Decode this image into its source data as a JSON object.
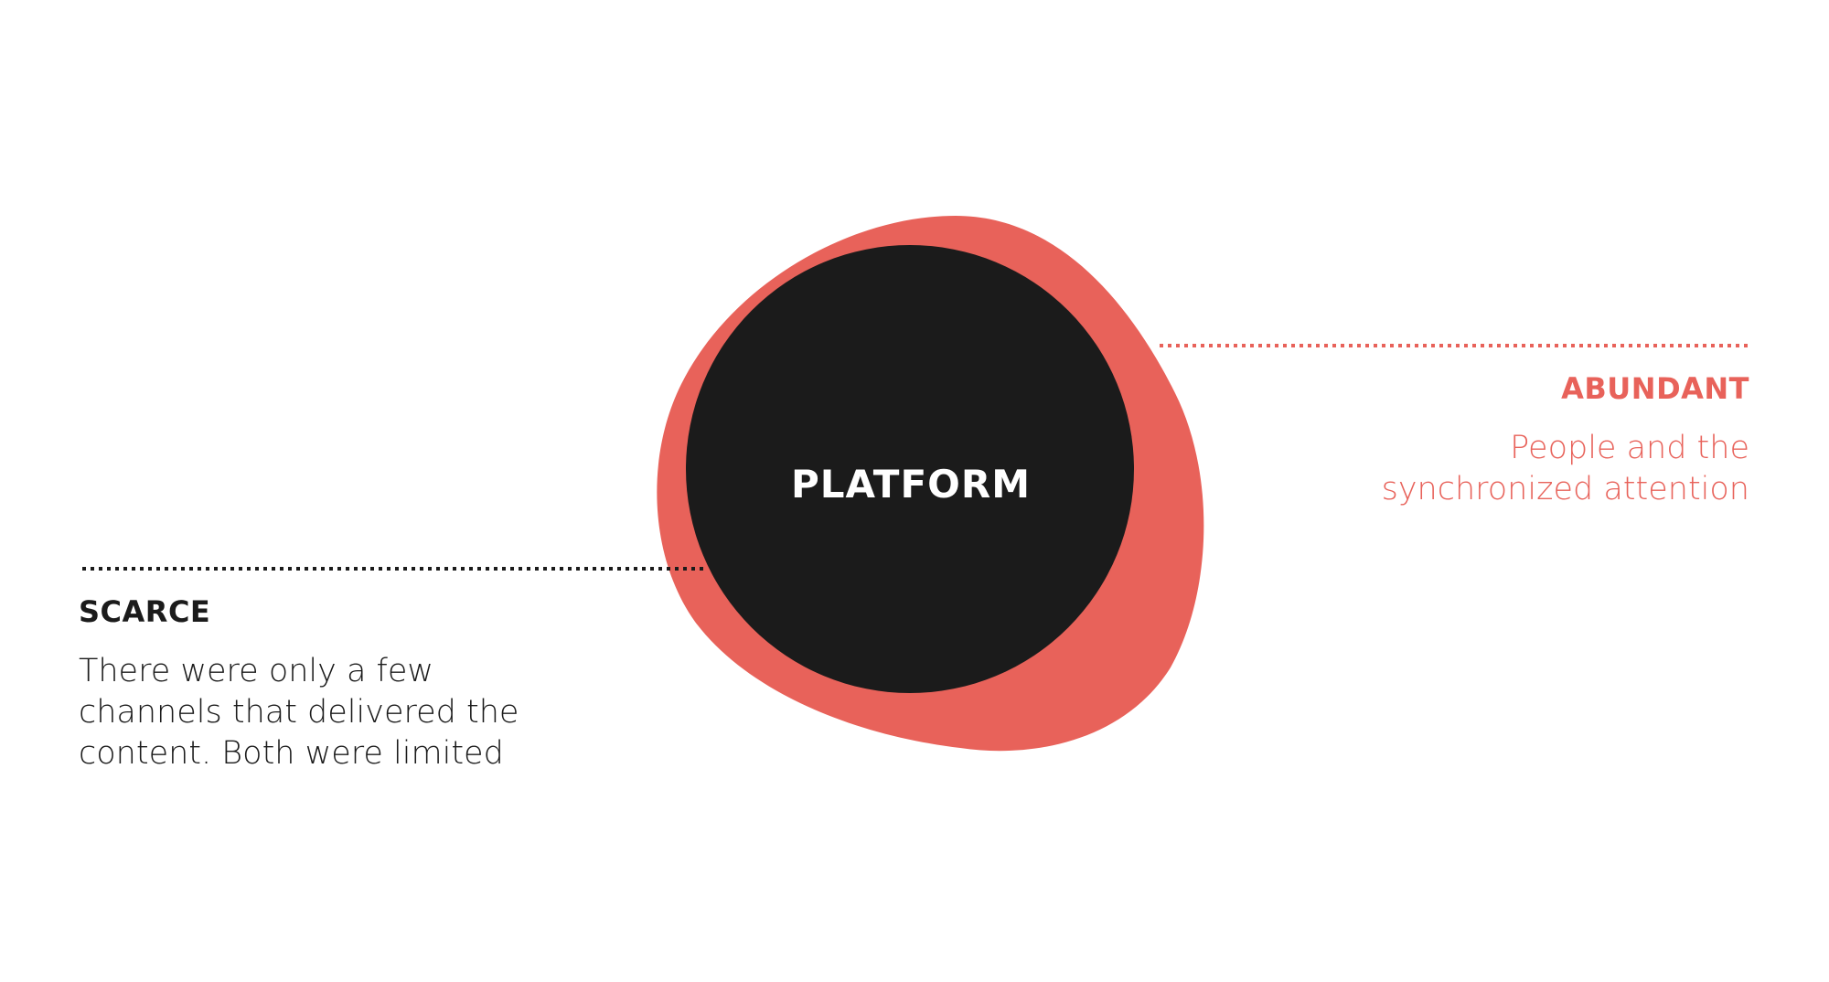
{
  "center": {
    "label": "PLATFORM"
  },
  "left": {
    "title": "SCARCE",
    "description": "There were only a few channels that delivered the content.  Both were limited"
  },
  "right": {
    "title": "ABUNDANT",
    "description": "People and the synchronized attention"
  },
  "colors": {
    "accent": "#e8625a",
    "dark": "#1b1b1b",
    "text": "#1b1b1b"
  }
}
